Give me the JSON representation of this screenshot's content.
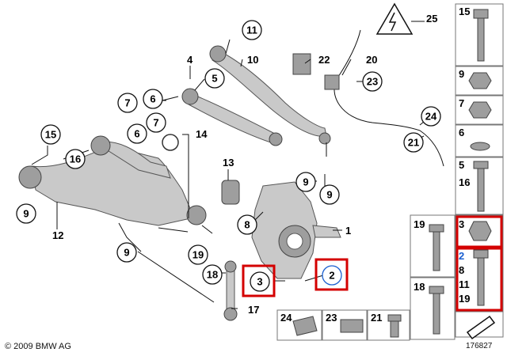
{
  "diagram": {
    "callouts": [
      "11",
      "10",
      "4",
      "5",
      "7",
      "6",
      "6",
      "7",
      "15",
      "16",
      "9",
      "12",
      "14",
      "13",
      "8",
      "9",
      "9",
      "3",
      "2",
      "1",
      "18",
      "17",
      "19",
      "9",
      "22",
      "20",
      "23",
      "24",
      "21",
      "25"
    ],
    "sidebar": [
      "15",
      "9",
      "7",
      "6",
      "5",
      "16",
      "3",
      "2",
      "8",
      "11",
      "19"
    ],
    "bottom_labels": [
      "19",
      "18",
      "24",
      "23",
      "21"
    ],
    "copyright": "© 2009 BMW AG",
    "doc_number": "176827"
  },
  "highlight_color": "#d40000"
}
